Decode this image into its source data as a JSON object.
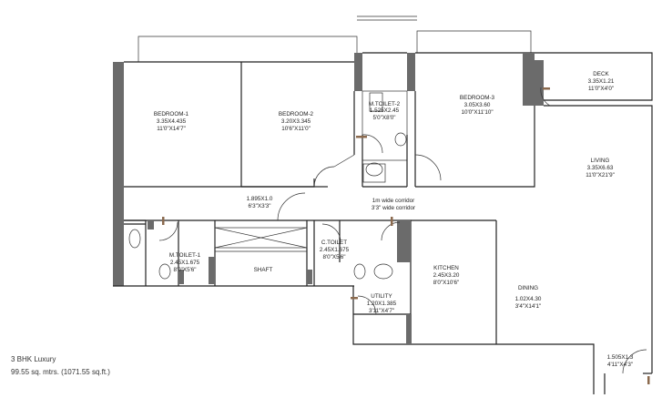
{
  "plan": {
    "type": "3 BHK Luxury",
    "area": "99.55 sq. mtrs. (1071.55 sq.ft.)"
  },
  "rooms": {
    "bedroom1": {
      "name": "BEDROOM-1",
      "size_m": "3.35X4.435",
      "size_ft": "11'0\"X14'7\""
    },
    "bedroom2": {
      "name": "BEDROOM-2",
      "size_m": "3.20X3.345",
      "size_ft": "10'6\"X11'0\""
    },
    "mtoilet2": {
      "name": "M.TOILET-2",
      "size_m": "1.525X2.45",
      "size_ft": "5'0\"X8'0\""
    },
    "bedroom3": {
      "name": "BEDROOM-3",
      "size_m": "3.05X3.60",
      "size_ft": "10'0\"X11'10\""
    },
    "deck": {
      "name": "DECK",
      "size_m": "3.35X1.21",
      "size_ft": "11'0\"X4'0\""
    },
    "living": {
      "name": "LIVING",
      "size_m": "3.35X6.63",
      "size_ft": "11'0\"X21'9\""
    },
    "passage": {
      "size_m": "1.895X1.0",
      "size_ft": "6'3\"X3'3\""
    },
    "corridor": {
      "line1": "1m wide corridor",
      "line2": "3'3\" wide corridor"
    },
    "mtoilet1": {
      "name": "M.TOILET-1",
      "size_m": "2.45X1.675",
      "size_ft": "8'0\"X5'6\""
    },
    "shaft": {
      "name": "SHAFT"
    },
    "ctoilet": {
      "name": "C.TOILET",
      "size_m": "2.45X1.675",
      "size_ft": "8'0\"X5'6\""
    },
    "kitchen": {
      "name": "KITCHEN",
      "size_m": "2.45X3.20",
      "size_ft": "8'0\"X10'6\""
    },
    "utility": {
      "name": "UTILITY",
      "size_m": "1.20X1.385",
      "size_ft": "3'11\"X4'7\""
    },
    "dining": {
      "name": "DINING",
      "size_m": "1.02X4.30",
      "size_ft": "3'4\"X14'1\""
    },
    "foyer": {
      "size_m": "1.505X1.3",
      "size_ft": "4'11\"X4'3\""
    }
  },
  "colors": {
    "wall_fill": "#6b6b6b",
    "door_mark": "#8b6a4e",
    "line": "#222222"
  }
}
